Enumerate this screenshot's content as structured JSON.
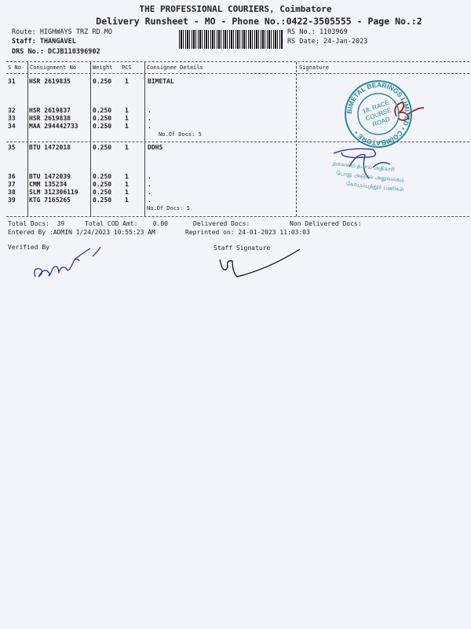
{
  "header": {
    "company": "THE PROFESSIONAL COURIERS, Coimbatore",
    "subtitle": "Delivery Runsheet - MO - Phone No.:0422-3505555 - Page No.:2",
    "route": "Route: HIGHWAYS TRZ RD MO",
    "staff": "Staff: THANGAVEL",
    "drs": "DRS No.: DCJB110396902",
    "rs_no": "RS No.: 1103969",
    "rs_date": "RS Date: 24-Jan-2023"
  },
  "table": {
    "columns": [
      "S No",
      "Consignment No",
      "Weight",
      "PCS",
      "Consignee Details",
      "Signature"
    ],
    "groups": [
      {
        "consignee": "BIMETAL",
        "docs_label": "No.Of Docs: 5",
        "rows": [
          {
            "sno": "31",
            "cn": "HSR 2619835",
            "weight": "0.250",
            "pcs": "1",
            "detail": ""
          },
          {
            "sno": "32",
            "cn": "HSR 2619837",
            "weight": "0.250",
            "pcs": "1",
            "detail": "."
          },
          {
            "sno": "33",
            "cn": "HSR 2619838",
            "weight": "0.250",
            "pcs": "1",
            "detail": "."
          },
          {
            "sno": "34",
            "cn": "MAA 294442733",
            "weight": "0.250",
            "pcs": "1",
            "detail": "."
          }
        ]
      },
      {
        "consignee": "DDHS",
        "docs_label": "No.Of Docs: 5",
        "rows": [
          {
            "sno": "35",
            "cn": "BTU 1472018",
            "weight": "0.250",
            "pcs": "1",
            "detail": ""
          },
          {
            "sno": "36",
            "cn": "BTU 1472039",
            "weight": "0.250",
            "pcs": "1",
            "detail": "."
          },
          {
            "sno": "37",
            "cn": "CMM 135234",
            "weight": "0.250",
            "pcs": "1",
            "detail": "."
          },
          {
            "sno": "38",
            "cn": "SLM 312306119",
            "weight": "0.250",
            "pcs": "1",
            "detail": "."
          },
          {
            "sno": "39",
            "cn": "KTG 7165265",
            "weight": "0.250",
            "pcs": "1",
            "detail": "."
          }
        ]
      }
    ]
  },
  "footer": {
    "total_docs": "Total Docs:  39",
    "total_cod": "Total COD Amt:    0.00",
    "delivered": "Delivered Docs:",
    "non_delivered": "Non Delivered Docs:",
    "entered_by": "Entered By :ADMIN 1/24/2023 10:55:23 AM",
    "reprinted": "Reprinted on: 24-01-2023 11:03:03",
    "verified_by": "Verified By",
    "staff_signature": "Staff Signature"
  },
  "stamps": {
    "bimetal_ring": "BIMETAL BEARINGS LIMITED • COIMBATORE •",
    "bimetal_center": [
      "18, RACE",
      "COURSE",
      "ROAD"
    ],
    "tamil_lines": [
      "தலைமை தபால் அதிகாரி",
      "பொது அஞ்சல் அலுவலகம்",
      "கோயம்புத்தூர் பணிகள்"
    ]
  },
  "colors": {
    "stamp": "#2a8a9a",
    "ink_red": "#b01818",
    "ink_blue": "#2a3a8a"
  }
}
